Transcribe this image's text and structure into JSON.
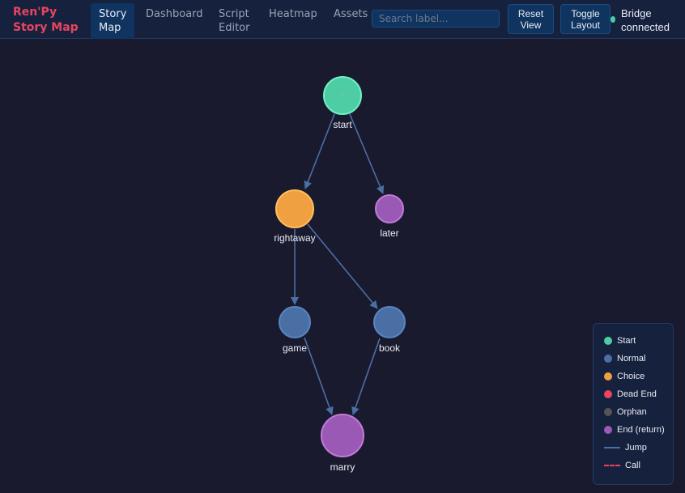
{
  "brand": {
    "line1": "Ren'Py",
    "line2": "Story Map",
    "color": "#e94560"
  },
  "tabs": [
    {
      "line1": "Story",
      "line2": "Map",
      "active": true
    },
    {
      "line1": "Dashboard",
      "line2": ""
    },
    {
      "line1": "Script",
      "line2": "Editor"
    },
    {
      "line1": "Heatmap",
      "line2": ""
    },
    {
      "line1": "Assets",
      "line2": ""
    }
  ],
  "search": {
    "placeholder": "Search label...",
    "value": ""
  },
  "buttons": {
    "reset": {
      "line1": "Reset",
      "line2": "View"
    },
    "toggle": {
      "line1": "Toggle",
      "line2": "Layout"
    }
  },
  "status": {
    "line1": "Bridge",
    "line2": "connected",
    "color": "#4ecca3"
  },
  "graph": {
    "nodes": [
      {
        "id": "start",
        "label": "start",
        "type": "Start",
        "glyph": "?"
      },
      {
        "id": "rightaway",
        "label": "rightaway",
        "type": "Choice",
        "glyph": "?"
      },
      {
        "id": "later",
        "label": "later",
        "type": "End (return)"
      },
      {
        "id": "game",
        "label": "game",
        "type": "Normal"
      },
      {
        "id": "book",
        "label": "book",
        "type": "Normal"
      },
      {
        "id": "marry",
        "label": "marry",
        "type": "End (return)"
      }
    ],
    "edges": [
      {
        "from": "start",
        "to": "rightaway",
        "kind": "Jump"
      },
      {
        "from": "start",
        "to": "later",
        "kind": "Jump"
      },
      {
        "from": "rightaway",
        "to": "game",
        "kind": "Jump"
      },
      {
        "from": "rightaway",
        "to": "book",
        "kind": "Jump"
      },
      {
        "from": "game",
        "to": "marry",
        "kind": "Jump"
      },
      {
        "from": "book",
        "to": "marry",
        "kind": "Jump"
      }
    ]
  },
  "legend": {
    "items": [
      {
        "label": "Start",
        "color": "#4ecca3"
      },
      {
        "label": "Normal",
        "color": "#4a6fa5"
      },
      {
        "label": "Choice",
        "color": "#f0a040"
      },
      {
        "label": "Dead End",
        "color": "#e94560"
      },
      {
        "label": "Orphan",
        "color": "#555555"
      },
      {
        "label": "End (return)",
        "color": "#9b59b6"
      },
      {
        "label": "Jump",
        "color": "#4a6fa5"
      },
      {
        "label": "Call",
        "color": "#e94560"
      }
    ]
  }
}
